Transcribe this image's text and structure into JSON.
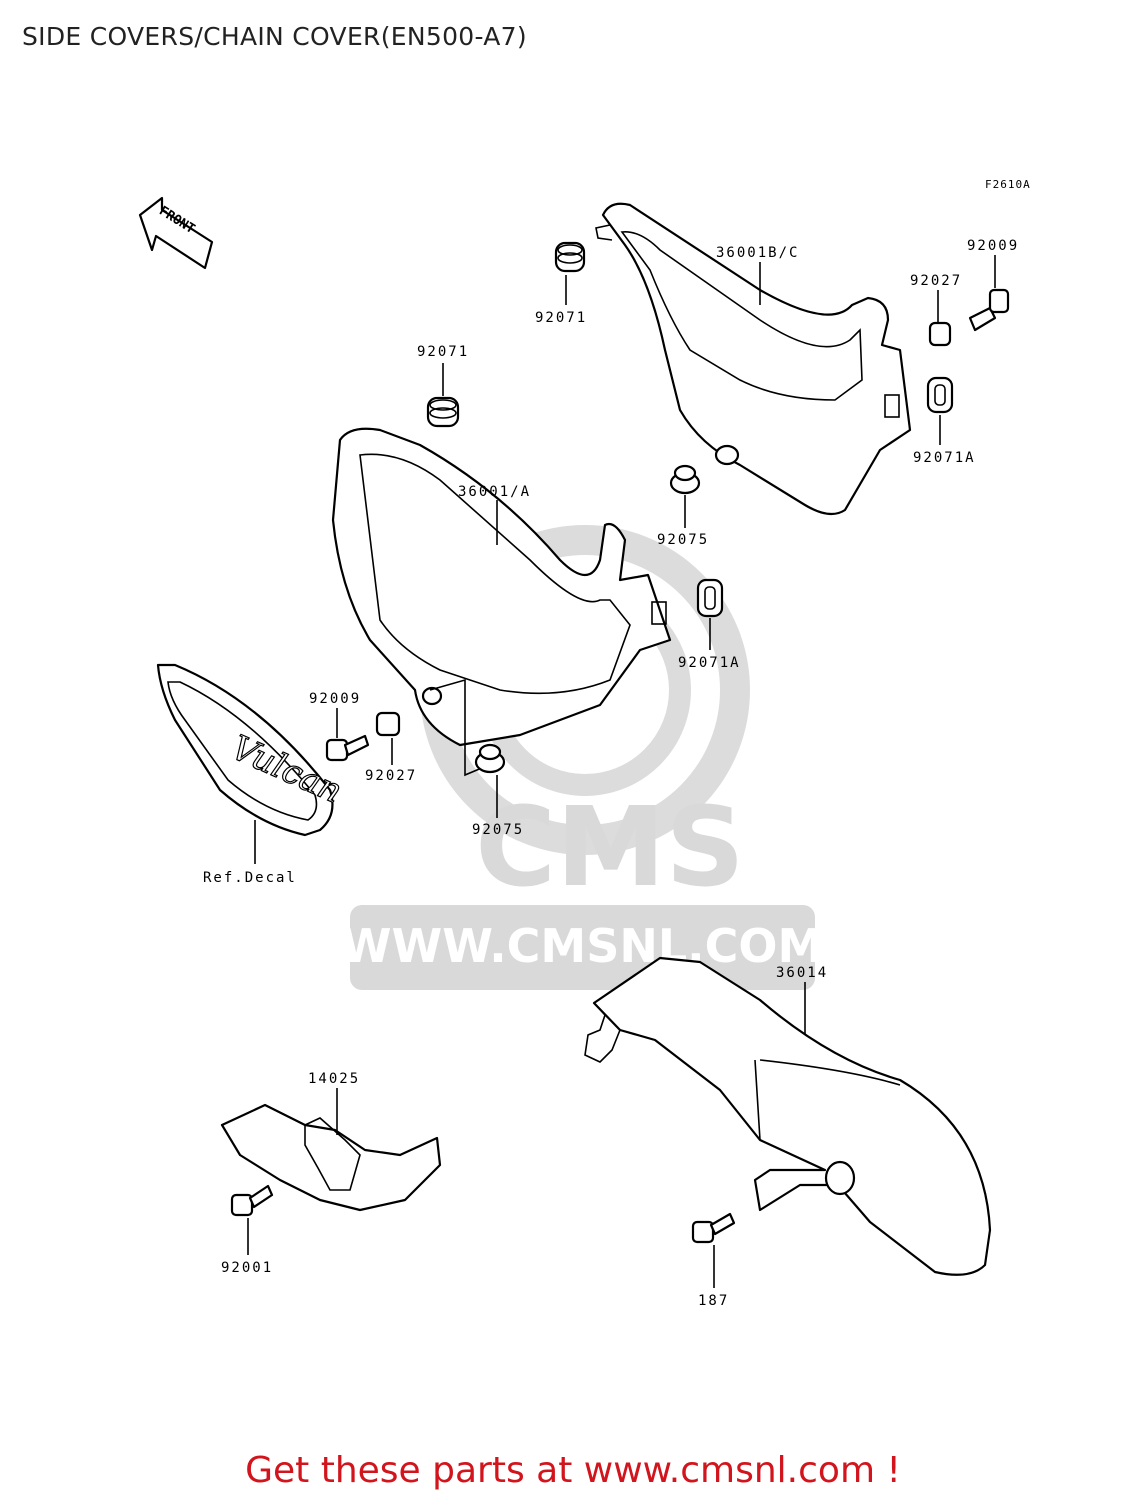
{
  "title": "SIDE COVERS/CHAIN COVER(EN500-A7)",
  "figure_ref": "F2610A",
  "front_label": "FRONT",
  "decal_text": "Vulcan",
  "watermark": {
    "logo": "CMS",
    "url": "WWW.CMSNL.COM"
  },
  "parts": [
    {
      "id": "p1",
      "label": "92071"
    },
    {
      "id": "p2",
      "label": "36001B/C"
    },
    {
      "id": "p3",
      "label": "92009"
    },
    {
      "id": "p4",
      "label": "92027"
    },
    {
      "id": "p5",
      "label": "92071A"
    },
    {
      "id": "p6",
      "label": "92071"
    },
    {
      "id": "p7",
      "label": "36001/A"
    },
    {
      "id": "p8",
      "label": "92075"
    },
    {
      "id": "p9",
      "label": "92071A"
    },
    {
      "id": "p10",
      "label": "92009"
    },
    {
      "id": "p11",
      "label": "92027"
    },
    {
      "id": "p12",
      "label": "92075"
    },
    {
      "id": "p13",
      "label": "Ref.Decal"
    },
    {
      "id": "p14",
      "label": "36014"
    },
    {
      "id": "p15",
      "label": "14025"
    },
    {
      "id": "p16",
      "label": "92001"
    },
    {
      "id": "p17",
      "label": "187"
    }
  ],
  "footer": "Get these parts at www.cmsnl.com !",
  "colors": {
    "footer": "#d2141c",
    "watermark": "#d9d9d9",
    "line": "#000000"
  }
}
